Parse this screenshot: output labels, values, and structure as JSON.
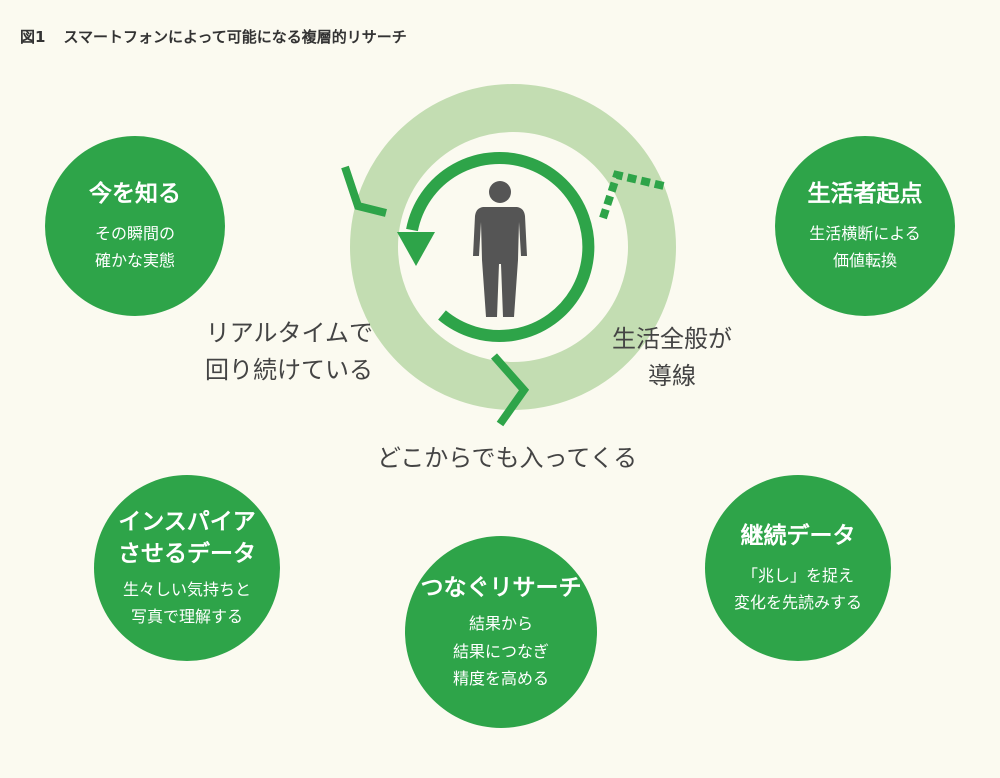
{
  "figure": {
    "number": "図1",
    "title": "スマートフォンによって可能になる複層的リサーチ"
  },
  "center_labels": {
    "left_line1": "リアルタイムで",
    "left_line2": "回り続けている",
    "right_line1": "生活全般が",
    "right_line2": "導線",
    "bottom": "どこからでも入ってくる"
  },
  "circles": {
    "now": {
      "head": "今を知る",
      "sub1": "その瞬間の",
      "sub2": "確かな実態"
    },
    "consumer": {
      "head": "生活者起点",
      "sub1": "生活横断による",
      "sub2": "価値転換"
    },
    "inspire": {
      "head1": "インスパイア",
      "head2": "させるデータ",
      "sub1": "生々しい気持ちと",
      "sub2": "写真で理解する"
    },
    "connect": {
      "head": "つなぐリサーチ",
      "sub1": "結果から",
      "sub2": "結果につなぎ",
      "sub3": "精度を高める"
    },
    "continuous": {
      "head": "継続データ",
      "sub1": "「兆し」を捉え",
      "sub2": "変化を先読みする"
    }
  },
  "icons": {
    "center": "person-silhouette-icon",
    "loop": "circular-arrow-icon"
  },
  "colors": {
    "background": "#fbfaf0",
    "circle_green": "#2ea449",
    "ring_light": "#c3ddb2",
    "figure_gray": "#555555",
    "text": "#444444"
  }
}
